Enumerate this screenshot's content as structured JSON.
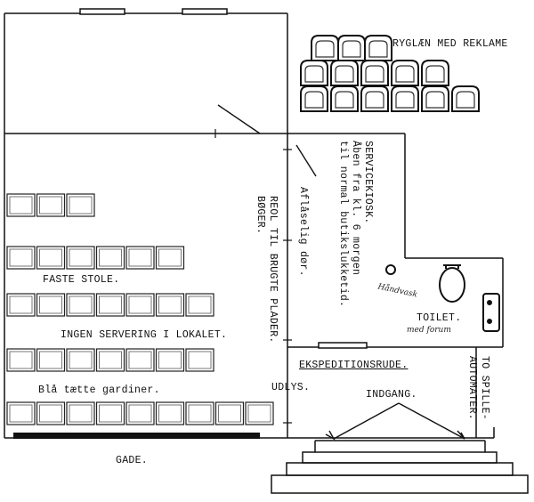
{
  "labels": {
    "ryglaen": "RYGLÆN MED REKLAME",
    "faste_stole": "FASTE STOLE.",
    "ingen_servering": "INGEN SERVERING I LOKALET.",
    "gardiner": "Blå tætte gardiner.",
    "gade": "GADE.",
    "reol_line1": "REOL TIL BRUGTE PLADER.",
    "reol_line2": "BØGER.",
    "aflaaselig": "Aflåselig dør.",
    "kiosk_line1": "SERVICEKIOSK.",
    "kiosk_line2": "Åben fra kl. 6 morgen",
    "kiosk_line3": "til normal butikslukketid.",
    "toilet": "TOILET.",
    "toilet_note": "med forum",
    "hand_note": "Håndvask",
    "ekspedition": "EKSPEDITIONSRUDE.",
    "to_spille_line1": "TO SPILLE-",
    "to_spille_line2": "AUTOMATER.",
    "udlys": "UDLYS.",
    "indgang": "INDGANG."
  },
  "colors": {
    "ink": "#111111",
    "paper": "#ffffff",
    "sketch": "#1a1a1a"
  }
}
